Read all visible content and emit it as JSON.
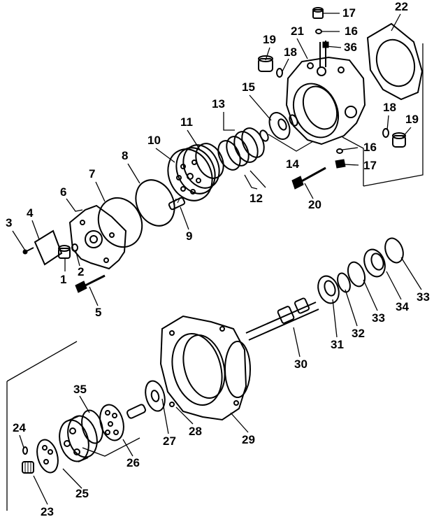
{
  "diagram": {
    "callouts": [
      "1",
      "2",
      "3",
      "4",
      "5",
      "6",
      "7",
      "8",
      "9",
      "10",
      "11",
      "12",
      "13",
      "14",
      "15",
      "16",
      "16",
      "17",
      "17",
      "18",
      "18",
      "19",
      "19",
      "20",
      "21",
      "22",
      "23",
      "24",
      "25",
      "26",
      "27",
      "28",
      "29",
      "30",
      "31",
      "32",
      "33",
      "33",
      "34",
      "35",
      "36"
    ]
  }
}
